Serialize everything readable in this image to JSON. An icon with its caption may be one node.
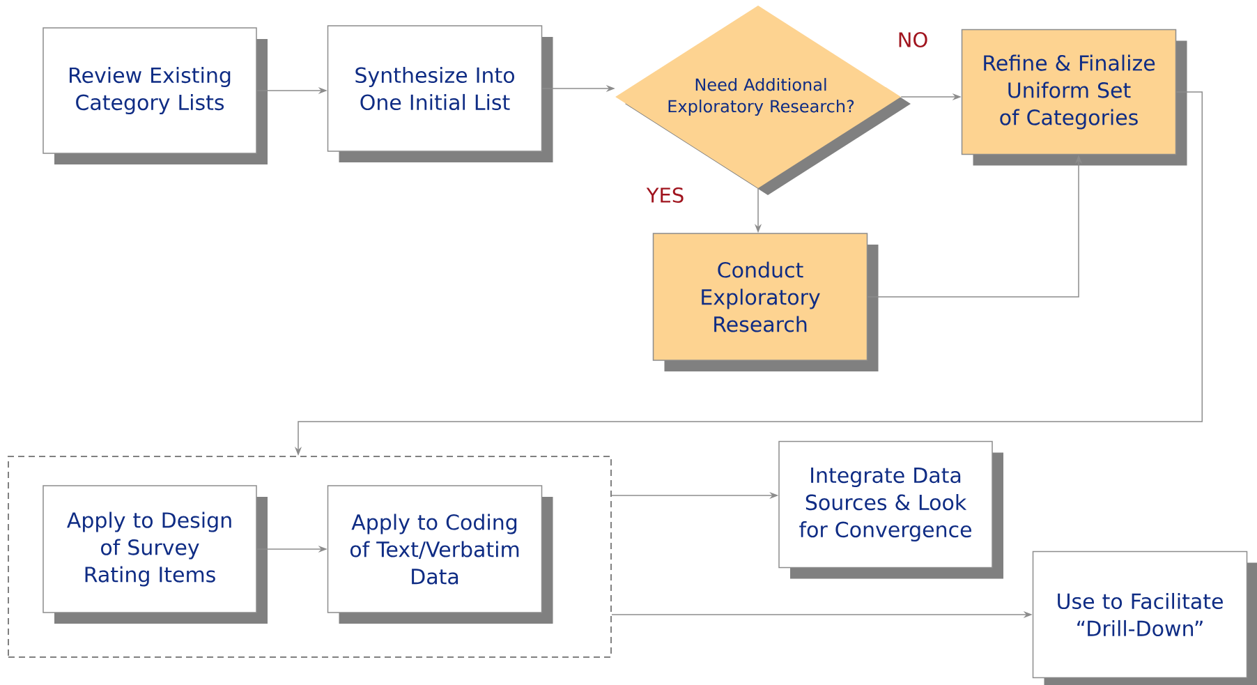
{
  "diagram": {
    "nodes": [
      {
        "text": [
          "Review Existing Category Lists"
        ]
      },
      {
        "text": [
          "Synthesize Into One Initial List"
        ]
      },
      {
        "text": [
          "Need Additional Exploratory Research?"
        ]
      },
      {
        "text": [
          "Refine & Finalize Uniform Set of Categories"
        ]
      },
      {
        "text": [
          "Conduct Exploratory Research"
        ]
      },
      {
        "text": [],
        "shape": "box"
      },
      {
        "text": [
          "Apply to Design of Survey Rating Items"
        ],
        "in": 5
      },
      {
        "text": [
          "Apply to Coding of Text/Verbatim Data"
        ],
        "in": 5
      },
      {
        "text": [
          "Integrate Data Sources & Look for Convergence"
        ]
      },
      {
        "text": [
          "Use to Facilitate “Drill-Down”"
        ]
      }
    ],
    "edges": [
      {
        "from": 0,
        "to": 1,
        "arrow": "to"
      },
      {
        "from": 1,
        "to": 2,
        "arrow": "to"
      },
      {
        "from": 2,
        "to": 3,
        "arrow": "to",
        "label": "NO"
      },
      {
        "from": 2,
        "to": 4,
        "arrow": "to",
        "label": "YES"
      },
      {
        "from": 4,
        "to": 3,
        "arrow": "to"
      },
      {
        "from": 3,
        "to": 5,
        "arrow": "to"
      },
      {
        "from": 6,
        "to": 7,
        "arrow": "to"
      },
      {
        "from": 5,
        "to": 8,
        "arrow": "to"
      },
      {
        "from": 5,
        "to": 9,
        "arrow": "to"
      }
    ]
  }
}
